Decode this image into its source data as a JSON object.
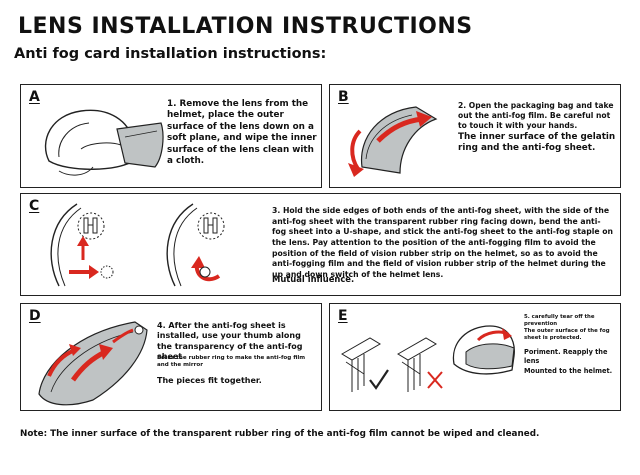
{
  "header": {
    "title": "LENS INSTALLATION INSTRUCTIONS",
    "subtitle": "Anti fog card installation instructions:"
  },
  "steps": {
    "a": {
      "letter": "A",
      "text": "1. Remove the lens from the helmet, place the outer surface of the lens down on a soft plane, and wipe the inner surface of the lens clean with a cloth."
    },
    "b": {
      "letter": "B",
      "text": "2. Open the packaging bag and take out the anti-fog film. Be careful not to touch it with your hands.",
      "note": "The inner surface of the gelatin ring and the anti-fog sheet."
    },
    "c": {
      "letter": "C",
      "text": "3. Hold the side edges of both ends of the anti-fog sheet, with the side of the anti-fog sheet with the transparent rubber ring facing down, bend the anti-fog sheet into a U-shape, and stick the anti-fog sheet to the anti-fog staple on the lens. Pay attention to the position of the anti-fogging film to avoid the position of the field of vision rubber strip on the helmet, so as to avoid the anti-fogging film and the field of vision rubber strip of the helmet during the up and down switch of the helmet lens.",
      "note": "Mutual influence."
    },
    "d": {
      "letter": "D",
      "text": "4. After the anti-fog sheet is installed, use your thumb along the transparency of the anti-fog sheet",
      "small": "Press the rubber ring to make the anti-fog film and the mirror",
      "note": "The pieces fit together."
    },
    "e": {
      "letter": "E",
      "line1": "5. carefully tear off the prevention",
      "line2": "The outer surface of the fog sheet is protected.",
      "line3": "Poriment. Reapply the lens",
      "line4": "Mounted to the helmet."
    }
  },
  "footer": {
    "note": "Note: The inner surface of the transparent rubber ring of the anti-fog film cannot be wiped and cleaned."
  },
  "colors": {
    "accent": "#d9281f",
    "line": "#222222",
    "lens_tint": "#bfc3c4"
  },
  "icons": {
    "check": "checkmark-icon",
    "cross": "x-mark-icon"
  }
}
